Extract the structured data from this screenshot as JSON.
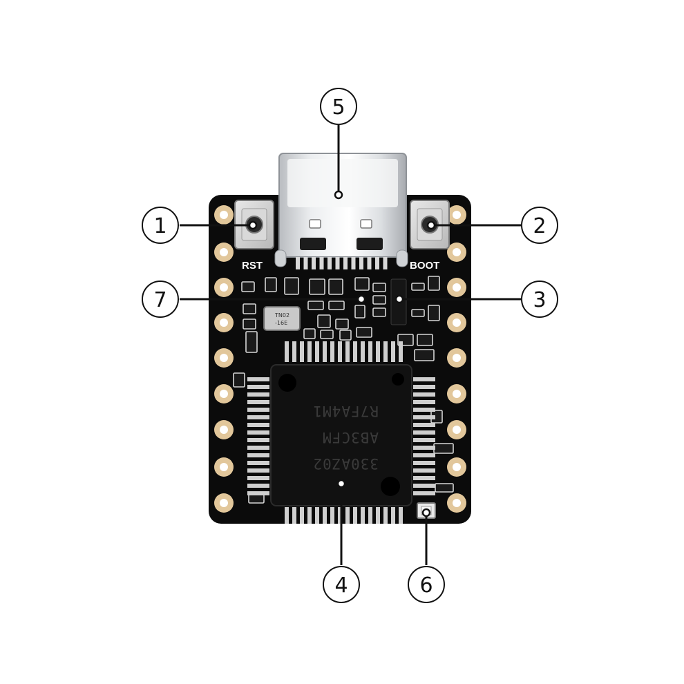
{
  "diagram": {
    "silkscreen": {
      "rst_label": "RST",
      "boot_label": "BOOT"
    },
    "chip_marking": [
      "330AZ02",
      "AB3CFM",
      "R7FA4M1"
    ],
    "crystal_marking": [
      "TN02",
      "-16E"
    ],
    "callouts": [
      {
        "id": "1",
        "label": "1"
      },
      {
        "id": "2",
        "label": "2"
      },
      {
        "id": "3",
        "label": "3"
      },
      {
        "id": "4",
        "label": "4"
      },
      {
        "id": "5",
        "label": "5"
      },
      {
        "id": "6",
        "label": "6"
      },
      {
        "id": "7",
        "label": "7"
      }
    ]
  }
}
